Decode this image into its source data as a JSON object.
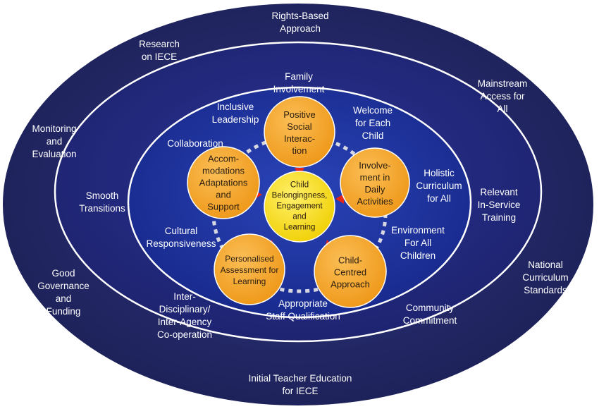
{
  "outer_ring": {
    "top": "Rights-Based\nApproach",
    "top_left": "Research\non IECE",
    "top_right": "Mainstream\nAccess for\nAll",
    "left_upper": "Monitoring\nand\nEvaluation",
    "right_middle": "Relevant\nIn-Service\nTraining",
    "right_lower": "National\nCurriculum\nStandards",
    "left_lower": "Good\nGovernance\nand\nFunding",
    "bottom": "Initial Teacher Education\nfor IECE"
  },
  "middle_ring": {
    "top": "Family\nInvolvement",
    "left": "Smooth\nTransitions",
    "bottom_left": "Inter-\nDisciplinary/\nInter-Agency\nCo-operation",
    "bottom_right": "Community\nCommitment"
  },
  "inner_ring": {
    "inclusive_leadership": "Inclusive\nLeadership",
    "welcome": "Welcome\nfor Each\nChild",
    "collaboration": "Collaboration",
    "holistic_curriculum": "Holistic\nCurriculum\nfor All",
    "cultural_responsiveness": "Cultural\nResponsiveness",
    "environment": "Environment\nFor All\nChildren",
    "staff_qualification": "Appropriate\nStaff Qualification"
  },
  "nodes": {
    "positive_social": "Positive\nSocial\nInterac-\ntion",
    "involvement": "Involve-\nment in\nDaily\nActivities",
    "child_centred": "Child-\nCentred\nApproach",
    "personalised": "Personalised\nAssessment for\nLearning",
    "accommodations": "Accom-\nmodations\nAdaptations\nand\nSupport"
  },
  "center": "Child\nBelongingness,\nEngagement\nand\nLearning",
  "colors": {
    "outer": "#252a66",
    "middle": "#23297a",
    "inner": "#1c2d8e",
    "ring_stroke": "#ffffff",
    "node_fill": "#f6a72a",
    "center_fill": "#f7df14",
    "arrow": "#e2261b",
    "dash": "#d7d7e2"
  }
}
